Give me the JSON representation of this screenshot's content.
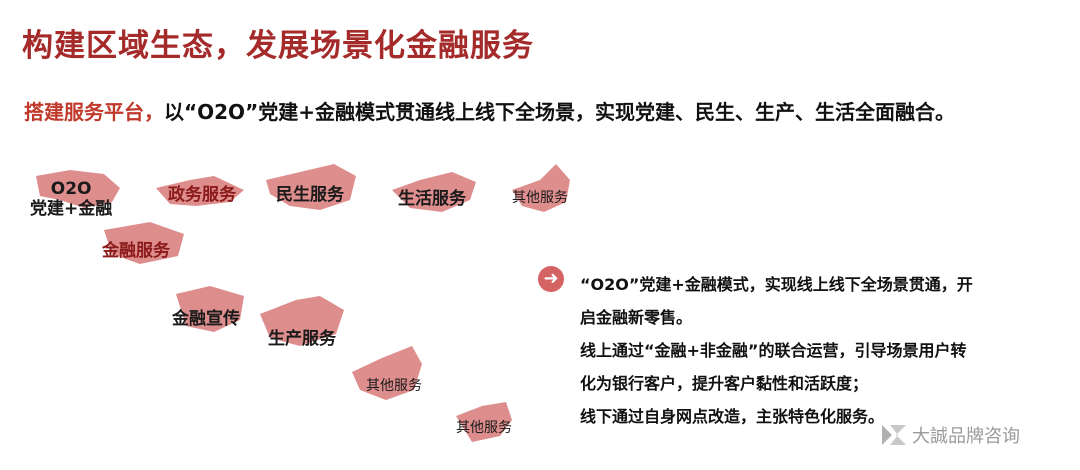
{
  "title": "构建区域生态，发展场景化金融服务",
  "subtitle": {
    "highlight": "搭建服务平台，",
    "rest": "以“O2O”党建+金融模式贯通线上线下全场景，实现党建、民生、生产、生活全面融合。"
  },
  "labels": {
    "o2o_line1": "O2O",
    "o2o_line2": "党建+金融",
    "gov": "政务服务",
    "livelihood": "民生服务",
    "life": "生活服务",
    "other1": "其他服务",
    "finance": "金融服务",
    "propaganda": "金融宣传",
    "production": "生产服务",
    "other2": "其他服务",
    "other3": "其他服务"
  },
  "description": {
    "lines": [
      "“O2O”党建+金融模式，实现线上线下全场景贯通，开",
      "启金融新零售。",
      "线上通过“金融+非金融”的联合运营，引导场景用户转",
      "化为银行客户，提升客户黏性和活跃度；",
      "线下通过自身网点改造，主张特色化服务。"
    ]
  },
  "watermark": "大誠品牌咨询",
  "colors": {
    "title": "#a52a2a",
    "accent": "#c0392b",
    "shape": "#d97a7a"
  }
}
